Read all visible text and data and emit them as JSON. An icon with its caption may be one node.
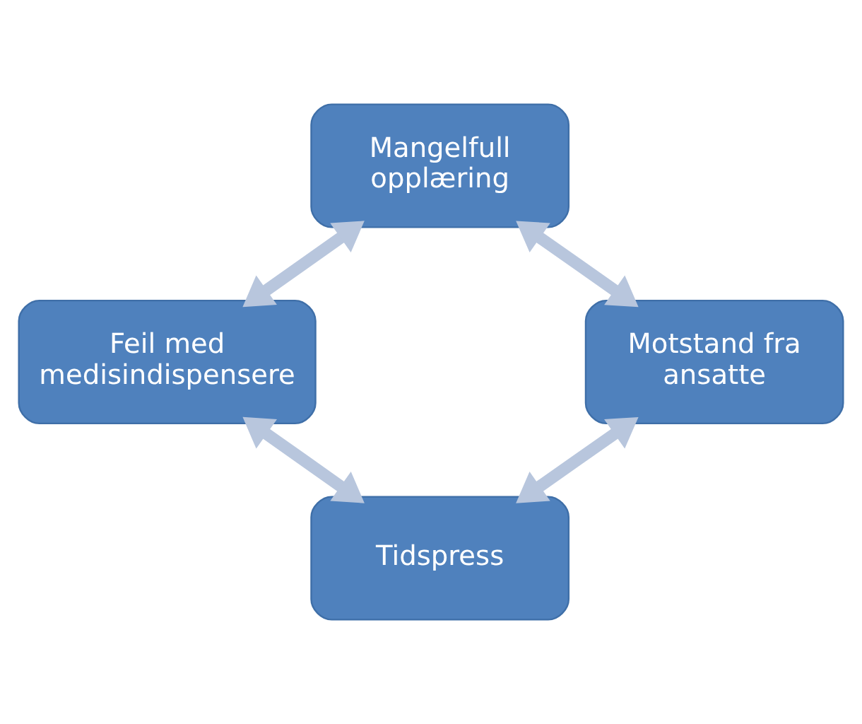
{
  "diagram": {
    "nodes": [
      {
        "text": [
          "Mangelfull opplæring"
        ]
      },
      {
        "text": [
          "Feil med medisindispensere"
        ]
      },
      {
        "text": [
          "Motstand fra ansatte"
        ]
      },
      {
        "text": [
          "Tidspress"
        ]
      }
    ],
    "edges": [
      {
        "from": 0,
        "to": 1,
        "arrow": "both"
      },
      {
        "from": 0,
        "to": 2,
        "arrow": "both"
      },
      {
        "from": 1,
        "to": 3,
        "arrow": "both"
      },
      {
        "from": 2,
        "to": 3,
        "arrow": "both"
      }
    ]
  }
}
